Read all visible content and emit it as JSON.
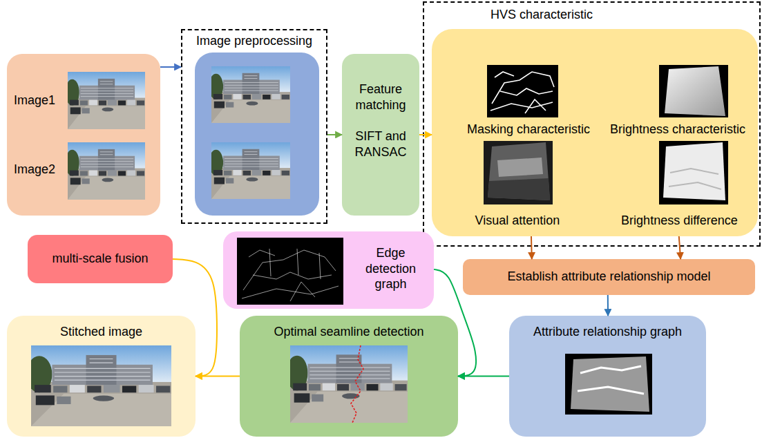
{
  "diagram": {
    "nodes": [
      {
        "text": [
          "Image1",
          "Image2"
        ]
      },
      {
        "text": [
          "Image preprocessing"
        ]
      },
      {
        "text": [
          "Feature matching",
          "SIFT and RANSAC"
        ]
      },
      {
        "text": [
          "HVS characteristic"
        ]
      },
      {
        "text": [
          "Masking characteristic",
          "Brightness characteristic",
          "Visual attention",
          "Brightness difference"
        ],
        "in": 3
      },
      {
        "text": [
          "multi-scale fusion"
        ]
      },
      {
        "text": [
          "Edge detection graph"
        ]
      },
      {
        "text": [
          "Establish attribute relationship model"
        ]
      },
      {
        "text": [
          "Stitched image"
        ]
      },
      {
        "text": [
          "Optimal seamline detection"
        ]
      },
      {
        "text": [
          "Attribute relationship graph"
        ]
      }
    ],
    "edges": [
      {
        "from": 0,
        "to": 1,
        "arrow": "to"
      },
      {
        "from": 1,
        "to": 2,
        "arrow": "to"
      },
      {
        "from": 2,
        "to": 4,
        "arrow": "to"
      },
      {
        "from": 4,
        "to": 7,
        "arrow": "to"
      },
      {
        "from": 7,
        "to": 10,
        "arrow": "to"
      },
      {
        "from": 10,
        "to": 9,
        "arrow": "to"
      },
      {
        "from": 6,
        "to": 9,
        "arrow": "to"
      },
      {
        "from": 9,
        "to": 8,
        "arrow": "to"
      },
      {
        "from": 5,
        "to": 8,
        "arrow": "to"
      }
    ]
  }
}
